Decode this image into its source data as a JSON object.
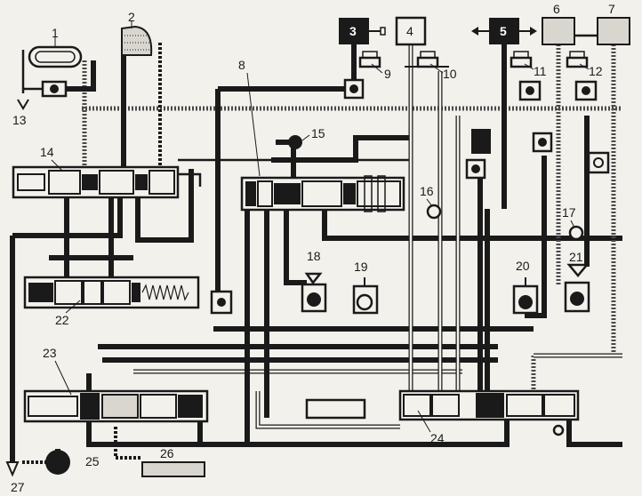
{
  "callouts": [
    {
      "id": "1",
      "text": "1"
    },
    {
      "id": "2",
      "text": "2"
    },
    {
      "id": "3",
      "text": "3"
    },
    {
      "id": "4",
      "text": "4"
    },
    {
      "id": "5",
      "text": "5"
    },
    {
      "id": "6",
      "text": "6"
    },
    {
      "id": "7",
      "text": "7"
    },
    {
      "id": "8",
      "text": "8"
    },
    {
      "id": "9",
      "text": "9"
    },
    {
      "id": "10",
      "text": "10"
    },
    {
      "id": "11",
      "text": "11"
    },
    {
      "id": "12",
      "text": "12"
    },
    {
      "id": "13",
      "text": "13"
    },
    {
      "id": "14",
      "text": "14"
    },
    {
      "id": "15",
      "text": "15"
    },
    {
      "id": "16",
      "text": "16"
    },
    {
      "id": "17",
      "text": "17"
    },
    {
      "id": "18",
      "text": "18"
    },
    {
      "id": "19",
      "text": "19"
    },
    {
      "id": "20",
      "text": "20"
    },
    {
      "id": "21",
      "text": "21"
    },
    {
      "id": "22",
      "text": "22"
    },
    {
      "id": "23",
      "text": "23"
    },
    {
      "id": "24",
      "text": "24"
    },
    {
      "id": "25",
      "text": "25"
    },
    {
      "id": "26",
      "text": "26"
    },
    {
      "id": "27",
      "text": "27"
    }
  ]
}
